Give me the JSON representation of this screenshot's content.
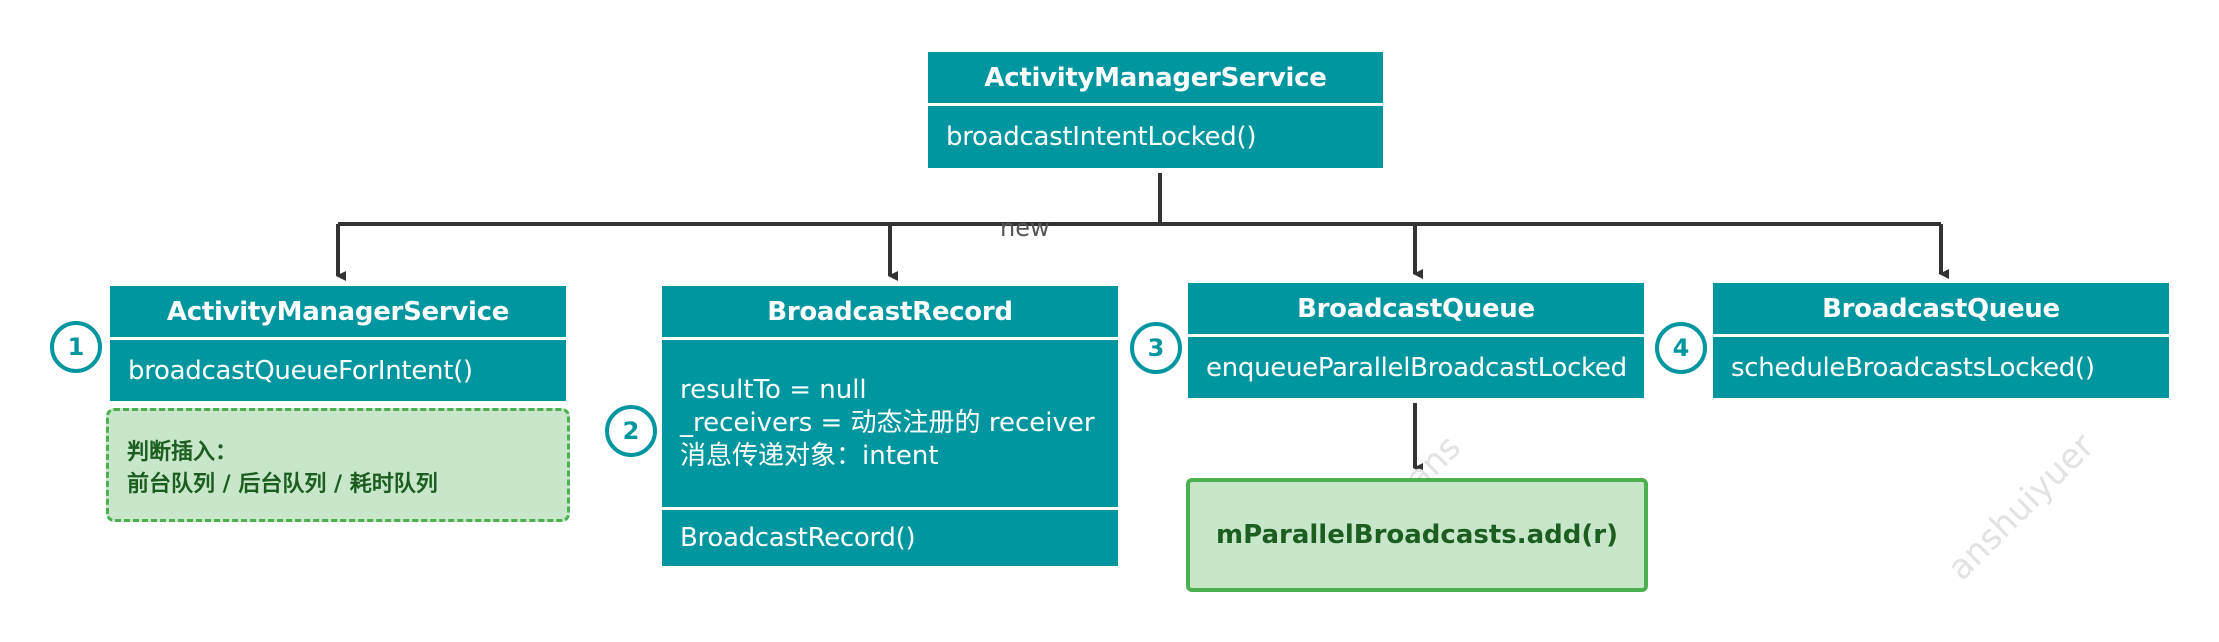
{
  "diagram": {
    "root": {
      "title": "ActivityManagerService",
      "method": "broadcastIntentLocked()"
    },
    "edge_label": "new",
    "steps": [
      {
        "number": "1",
        "title": "ActivityManagerService",
        "method": "broadcastQueueForIntent()",
        "note_lines": [
          "判断插入：",
          "前台队列 / 后台队列 / 耗时队列"
        ]
      },
      {
        "number": "2",
        "title": "BroadcastRecord",
        "fields": [
          "resultTo = null",
          "_receivers = 动态注册的 receiver",
          "消息传递对象：intent"
        ],
        "method": "BroadcastRecord()"
      },
      {
        "number": "3",
        "title": "BroadcastQueue",
        "method": "enqueueParallelBroadcastLocked",
        "result": "mParallelBroadcasts.add(r)"
      },
      {
        "number": "4",
        "title": "BroadcastQueue",
        "method": "scheduleBroadcastsLocked()"
      }
    ],
    "watermark": "anshuiyuer",
    "colors": {
      "node": "#00969f",
      "note_fill": "#c8e6c9",
      "note_border": "#4caf50",
      "note_text": "#1b5e20",
      "wire": "#333333"
    }
  }
}
